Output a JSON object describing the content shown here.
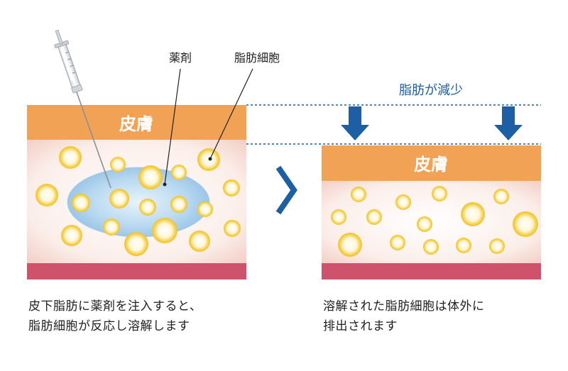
{
  "labels": {
    "drug": "薬剤",
    "fat_cell": "脂肪細胞",
    "fat_decrease": "脂肪が減少",
    "skin_left": "皮膚",
    "skin_right": "皮膚"
  },
  "captions": {
    "left": [
      "皮下脂肪に薬剤を注入すると、",
      "脂肪細胞が反応し溶解します"
    ],
    "right": [
      "溶解された脂肪細胞は体外に",
      "排出されます"
    ]
  },
  "colors": {
    "skin": "#f2a255",
    "muscle": "#cf526c",
    "fat_tissue": "#f7dcd3",
    "drug_pool": "#9cc9eb",
    "fat_cell_rim": "#f1cd3c",
    "accent_blue": "#1c5fa5",
    "text": "#222222"
  },
  "icons": [
    "syringe-icon",
    "down-arrow-icon",
    "next-chevron-icon"
  ]
}
